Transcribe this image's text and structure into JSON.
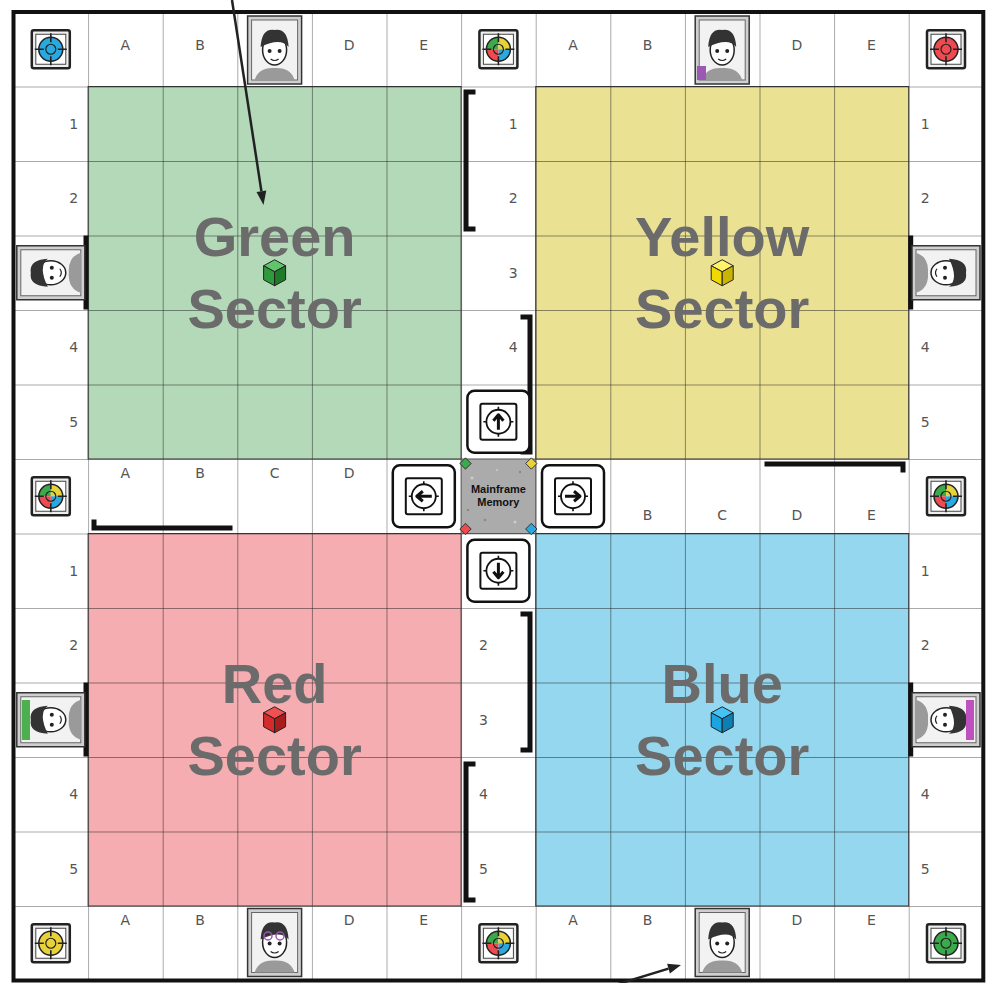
{
  "diagram": {
    "nodes": [
      {
        "text": [
          "Green Sector"
        ]
      },
      {
        "text": [
          "Yellow Sector"
        ]
      },
      {
        "text": [
          "Mainframe Memory"
        ]
      },
      {
        "text": [
          "Red Sector"
        ]
      },
      {
        "text": [
          "Blue Sector"
        ]
      }
    ],
    "labels": [
      "A",
      "B",
      "D",
      "E",
      "A",
      "B",
      "D",
      "E",
      "1",
      "1",
      "1",
      "2",
      "2",
      "2",
      "3",
      "4",
      "4",
      "4",
      "5",
      "5",
      "A",
      "B",
      "C",
      "D",
      "B",
      "C",
      "D",
      "E",
      "1",
      "1",
      "2",
      "2",
      "2",
      "3",
      "4",
      "4",
      "4",
      "5",
      "5",
      "5",
      "A",
      "B",
      "D",
      "E",
      "A",
      "B",
      "D",
      "E"
    ]
  }
}
